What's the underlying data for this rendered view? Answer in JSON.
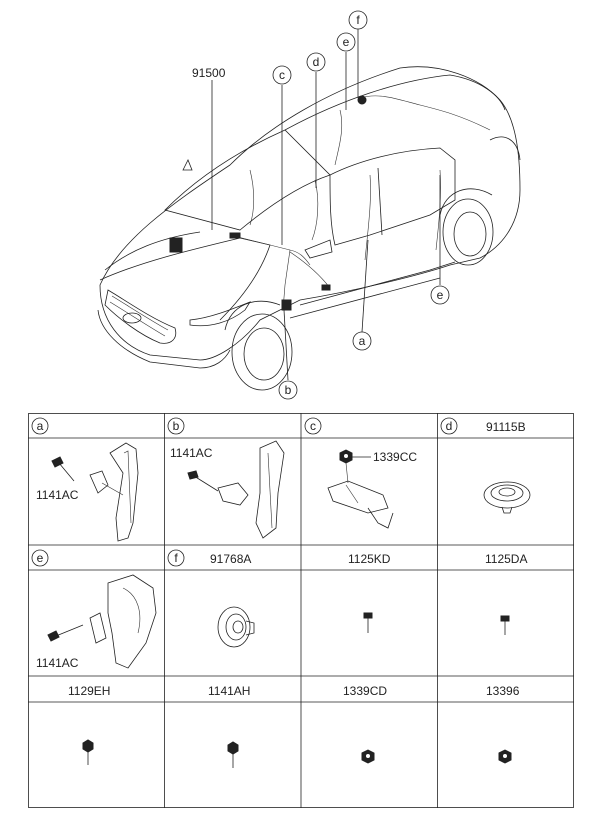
{
  "overview": {
    "main_part_number": "91500",
    "callouts": [
      "a",
      "b",
      "c",
      "d",
      "e",
      "e",
      "f"
    ]
  },
  "cells": [
    {
      "letter": "a",
      "header": "",
      "label": "1141AC"
    },
    {
      "letter": "b",
      "header": "",
      "label": "1141AC"
    },
    {
      "letter": "c",
      "header": "",
      "label": "1339CC"
    },
    {
      "letter": "d",
      "header": "91115B",
      "label": ""
    },
    {
      "letter": "e",
      "header": "",
      "label": "1141AC"
    },
    {
      "letter": "f",
      "header": "91768A",
      "label": ""
    },
    {
      "letter": "",
      "header": "1125KD",
      "label": ""
    },
    {
      "letter": "",
      "header": "1125DA",
      "label": ""
    },
    {
      "letter": "",
      "header": "1129EH",
      "label": ""
    },
    {
      "letter": "",
      "header": "1141AH",
      "label": ""
    },
    {
      "letter": "",
      "header": "1339CD",
      "label": ""
    },
    {
      "letter": "",
      "header": "13396",
      "label": ""
    }
  ]
}
